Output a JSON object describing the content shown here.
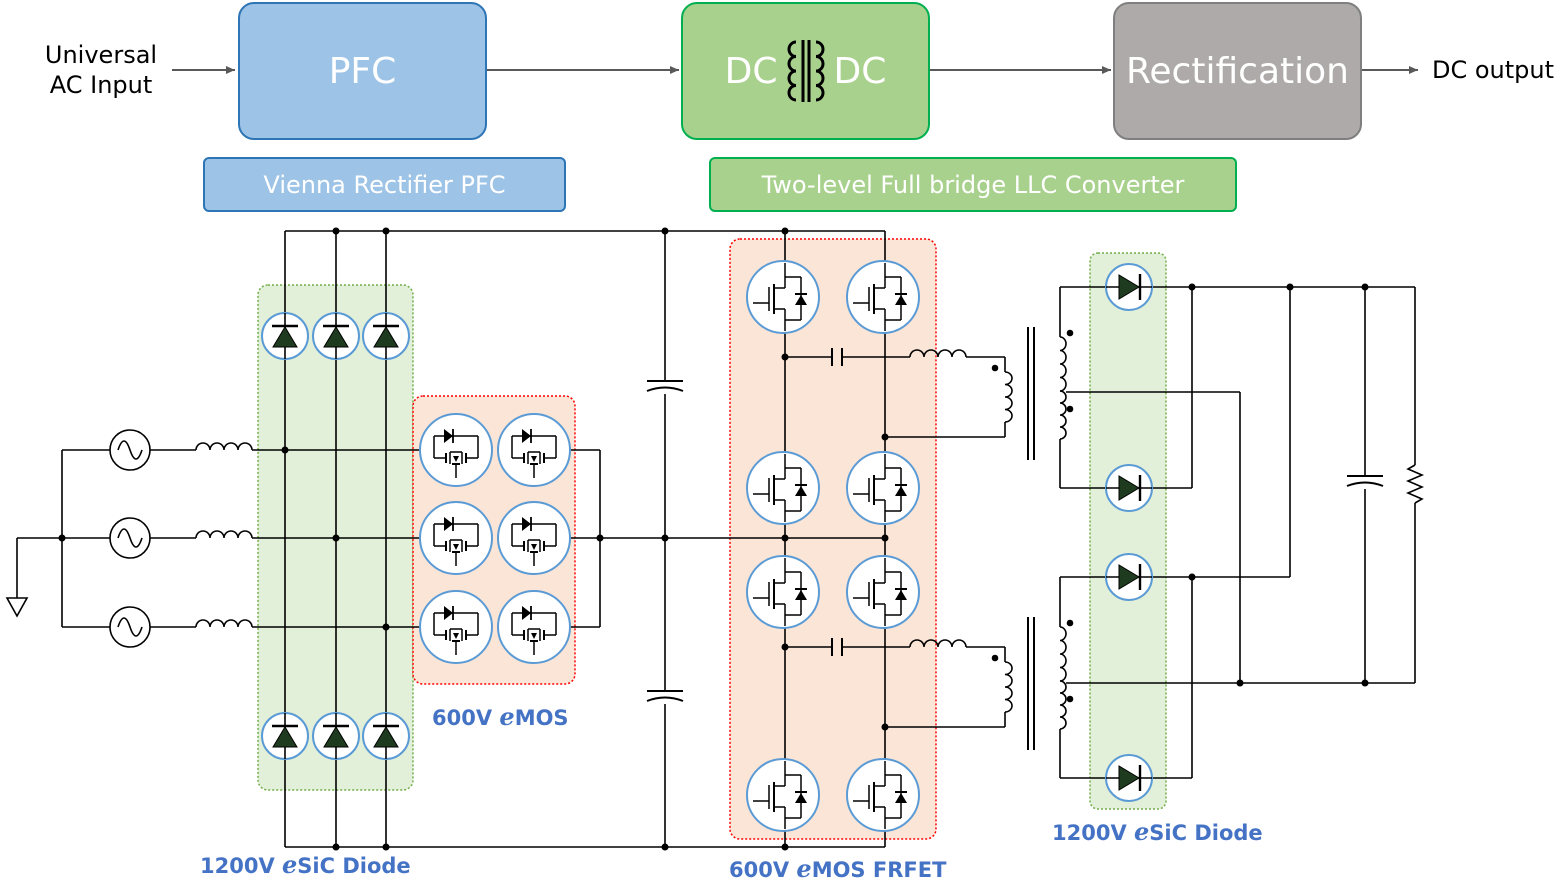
{
  "blocks": {
    "input_line1": "Universal",
    "input_line2": "AC Input",
    "pfc": "PFC",
    "dc_left": "DC",
    "dc_right": "DC",
    "rect": "Rectification",
    "output": "DC output"
  },
  "topologies": {
    "pfc": "Vienna Rectifier PFC",
    "llc": "Two-level Full bridge LLC Converter"
  },
  "parts": {
    "sic_left_v": "1200V",
    "sic_left_e": "e",
    "sic_left_t": "SiC Diode",
    "emos_v": "600V",
    "emos_e": "e",
    "emos_t": "MOS",
    "frfet_v": "600V",
    "frfet_e": "e",
    "frfet_t": "MOS FRFET",
    "sic_right_v": "1200V",
    "sic_right_e": "e",
    "sic_right_t": "SiC Diode"
  },
  "colors": {
    "pfc_fill": "#9dc3e6",
    "pfc_border": "#2e75b6",
    "dcdc_fill": "#a9d18e",
    "dcdc_border": "#00b050",
    "rect_fill": "#aeaaaa",
    "rect_border": "#7f7f7f",
    "diode_zone": "#e2f0d9",
    "mos_zone": "#fbe5d6",
    "part_text": "#4472c4"
  }
}
